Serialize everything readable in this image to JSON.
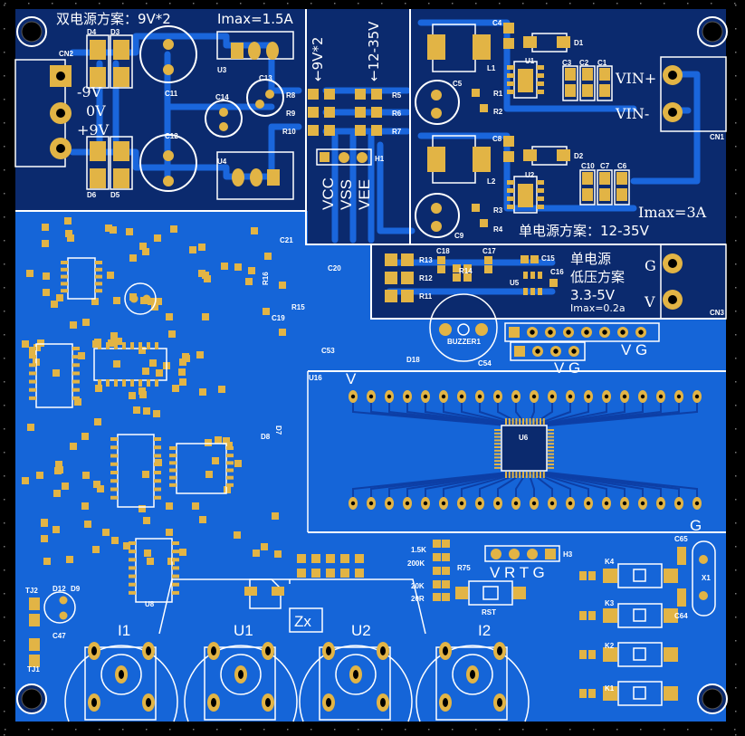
{
  "colors": {
    "board_dark": "#0b2a6e",
    "board_copper": "#1565d8",
    "pad": "#e2b445",
    "silkscreen": "#ffffff",
    "background": "#000000"
  },
  "dual_supply": {
    "title": "双电源方案：9V*2",
    "imax": "Imax=1.5A",
    "rails": [
      "-9V",
      "0V",
      "+9V"
    ]
  },
  "selector": {
    "arrow_left": "←9V*2",
    "arrow_right": "←12-35V",
    "pins": [
      "VCC",
      "VSS",
      "VEE"
    ]
  },
  "single_supply": {
    "vin_plus": "VIN+",
    "vin_minus": "VIN-",
    "imax": "Imax=3A",
    "title": "单电源方案：12-35V"
  },
  "low_voltage": {
    "line1": "单电源",
    "line2": "低压方案",
    "line3": "3.3-5V",
    "imax": "Imax=0.2a",
    "g": "G",
    "v": "V"
  },
  "headers": {
    "top_vg": "V   G",
    "second_vg": "V  G",
    "mcu_v": "V",
    "mcu_g": "G",
    "h3_pins": "V R T G"
  },
  "measure": {
    "zx": "Zx",
    "pots": [
      "I1",
      "U1",
      "U2",
      "I2"
    ]
  },
  "resistor_select": [
    "1.5K",
    "200K",
    "20K",
    "20R"
  ],
  "refs": {
    "cn2": "CN2",
    "d4": "D4",
    "d3": "D3",
    "d6": "D6",
    "d5": "D5",
    "c11": "C11",
    "c12": "C12",
    "c13": "C13",
    "c14": "C14",
    "u3": "U3",
    "u4": "U4",
    "r8": "R8",
    "r9": "R9",
    "r10": "R10",
    "r5": "R5",
    "r6": "R6",
    "r7": "R7",
    "h1": "H1",
    "c4": "C4",
    "d1": "D1",
    "l1": "L1",
    "u1": "U1",
    "c3": "C3",
    "c2": "C2",
    "c1": "C1",
    "c5": "C5",
    "r1": "R1",
    "r2": "R2",
    "c8": "C8",
    "d2": "D2",
    "l2": "L2",
    "u2": "U2",
    "c10": "C10",
    "c7": "C7",
    "c6": "C6",
    "c9": "C9",
    "r3": "R3",
    "r4": "R4",
    "cn1": "CN1",
    "cn3": "CN3",
    "r13": "R13",
    "r12": "R12",
    "r11": "R11",
    "c18": "C18",
    "r14": "R14",
    "c17": "C17",
    "c15": "C15",
    "c16": "C16",
    "u5": "U5",
    "buzzer": "BUZZER1",
    "d18": "D18",
    "c53": "C53",
    "c54": "C54",
    "c21": "C21",
    "c20": "C20",
    "c19": "C19",
    "r15": "R15",
    "r16": "R16",
    "u16": "U16",
    "u6": "U6",
    "h3": "H3",
    "r75": "R75",
    "rst": "RST",
    "k1": "K1",
    "k2": "K2",
    "k3": "K3",
    "k4": "K4",
    "x1": "X1",
    "c65": "C65",
    "c64": "C64",
    "tj1": "TJ1",
    "tj2": "TJ2",
    "d12": "D12",
    "d9": "D9",
    "c47": "C47",
    "u8": "U8",
    "d7": "D7",
    "d8": "D8"
  }
}
